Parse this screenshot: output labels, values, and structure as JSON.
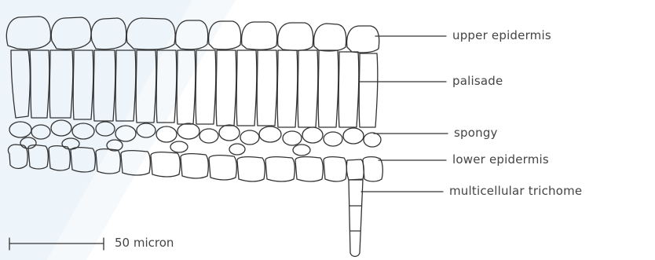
{
  "labels": {
    "upper": "upper epidermis",
    "palisade": "palisade",
    "spongy": "spongy",
    "lower": "lower epidermis",
    "trichome": "multicellular trichome"
  },
  "scale": {
    "text": "50 micron"
  },
  "colors": {
    "line": "#333333",
    "text": "#444444",
    "background_tint": "#eaf3f8"
  }
}
